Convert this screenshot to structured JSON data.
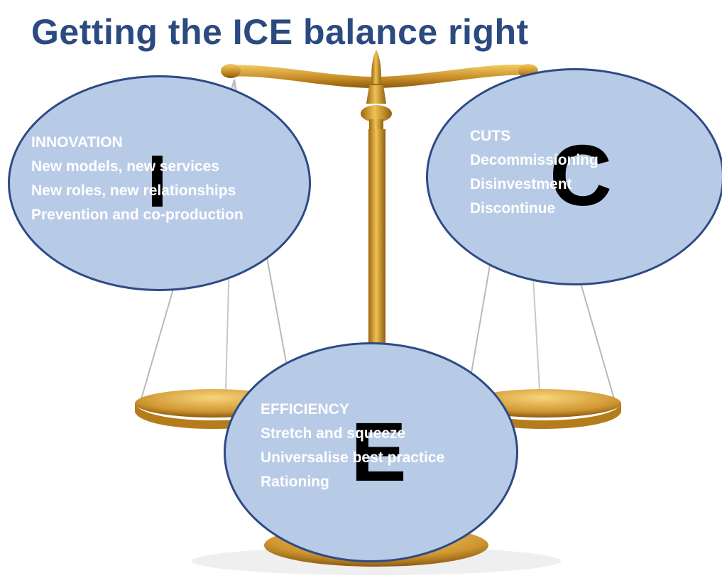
{
  "title": "Getting the ICE balance right",
  "colors": {
    "title": "#2b4a7f",
    "ellipse_fill": "#b8cbe6",
    "ellipse_border": "#2e4a85",
    "gold_dark": "#a8741a",
    "gold_light": "#e8b648",
    "text": "#ffffff",
    "big_letter": "#000000"
  },
  "innovation": {
    "letter": "I",
    "heading": "INNOVATION",
    "items": [
      "New models, new services",
      "New roles, new relationships",
      "Prevention and co-production"
    ]
  },
  "cuts": {
    "letter": "C",
    "heading": "CUTS",
    "items": [
      "Decommissioning",
      "Disinvestment",
      "Discontinue"
    ]
  },
  "efficiency": {
    "letter": "E",
    "heading": "EFFICIENCY",
    "items": [
      "Stretch and squeeze",
      "Universalise best practice",
      "Rationing"
    ]
  },
  "illustration": {
    "icon": "balance-scale-icon"
  }
}
